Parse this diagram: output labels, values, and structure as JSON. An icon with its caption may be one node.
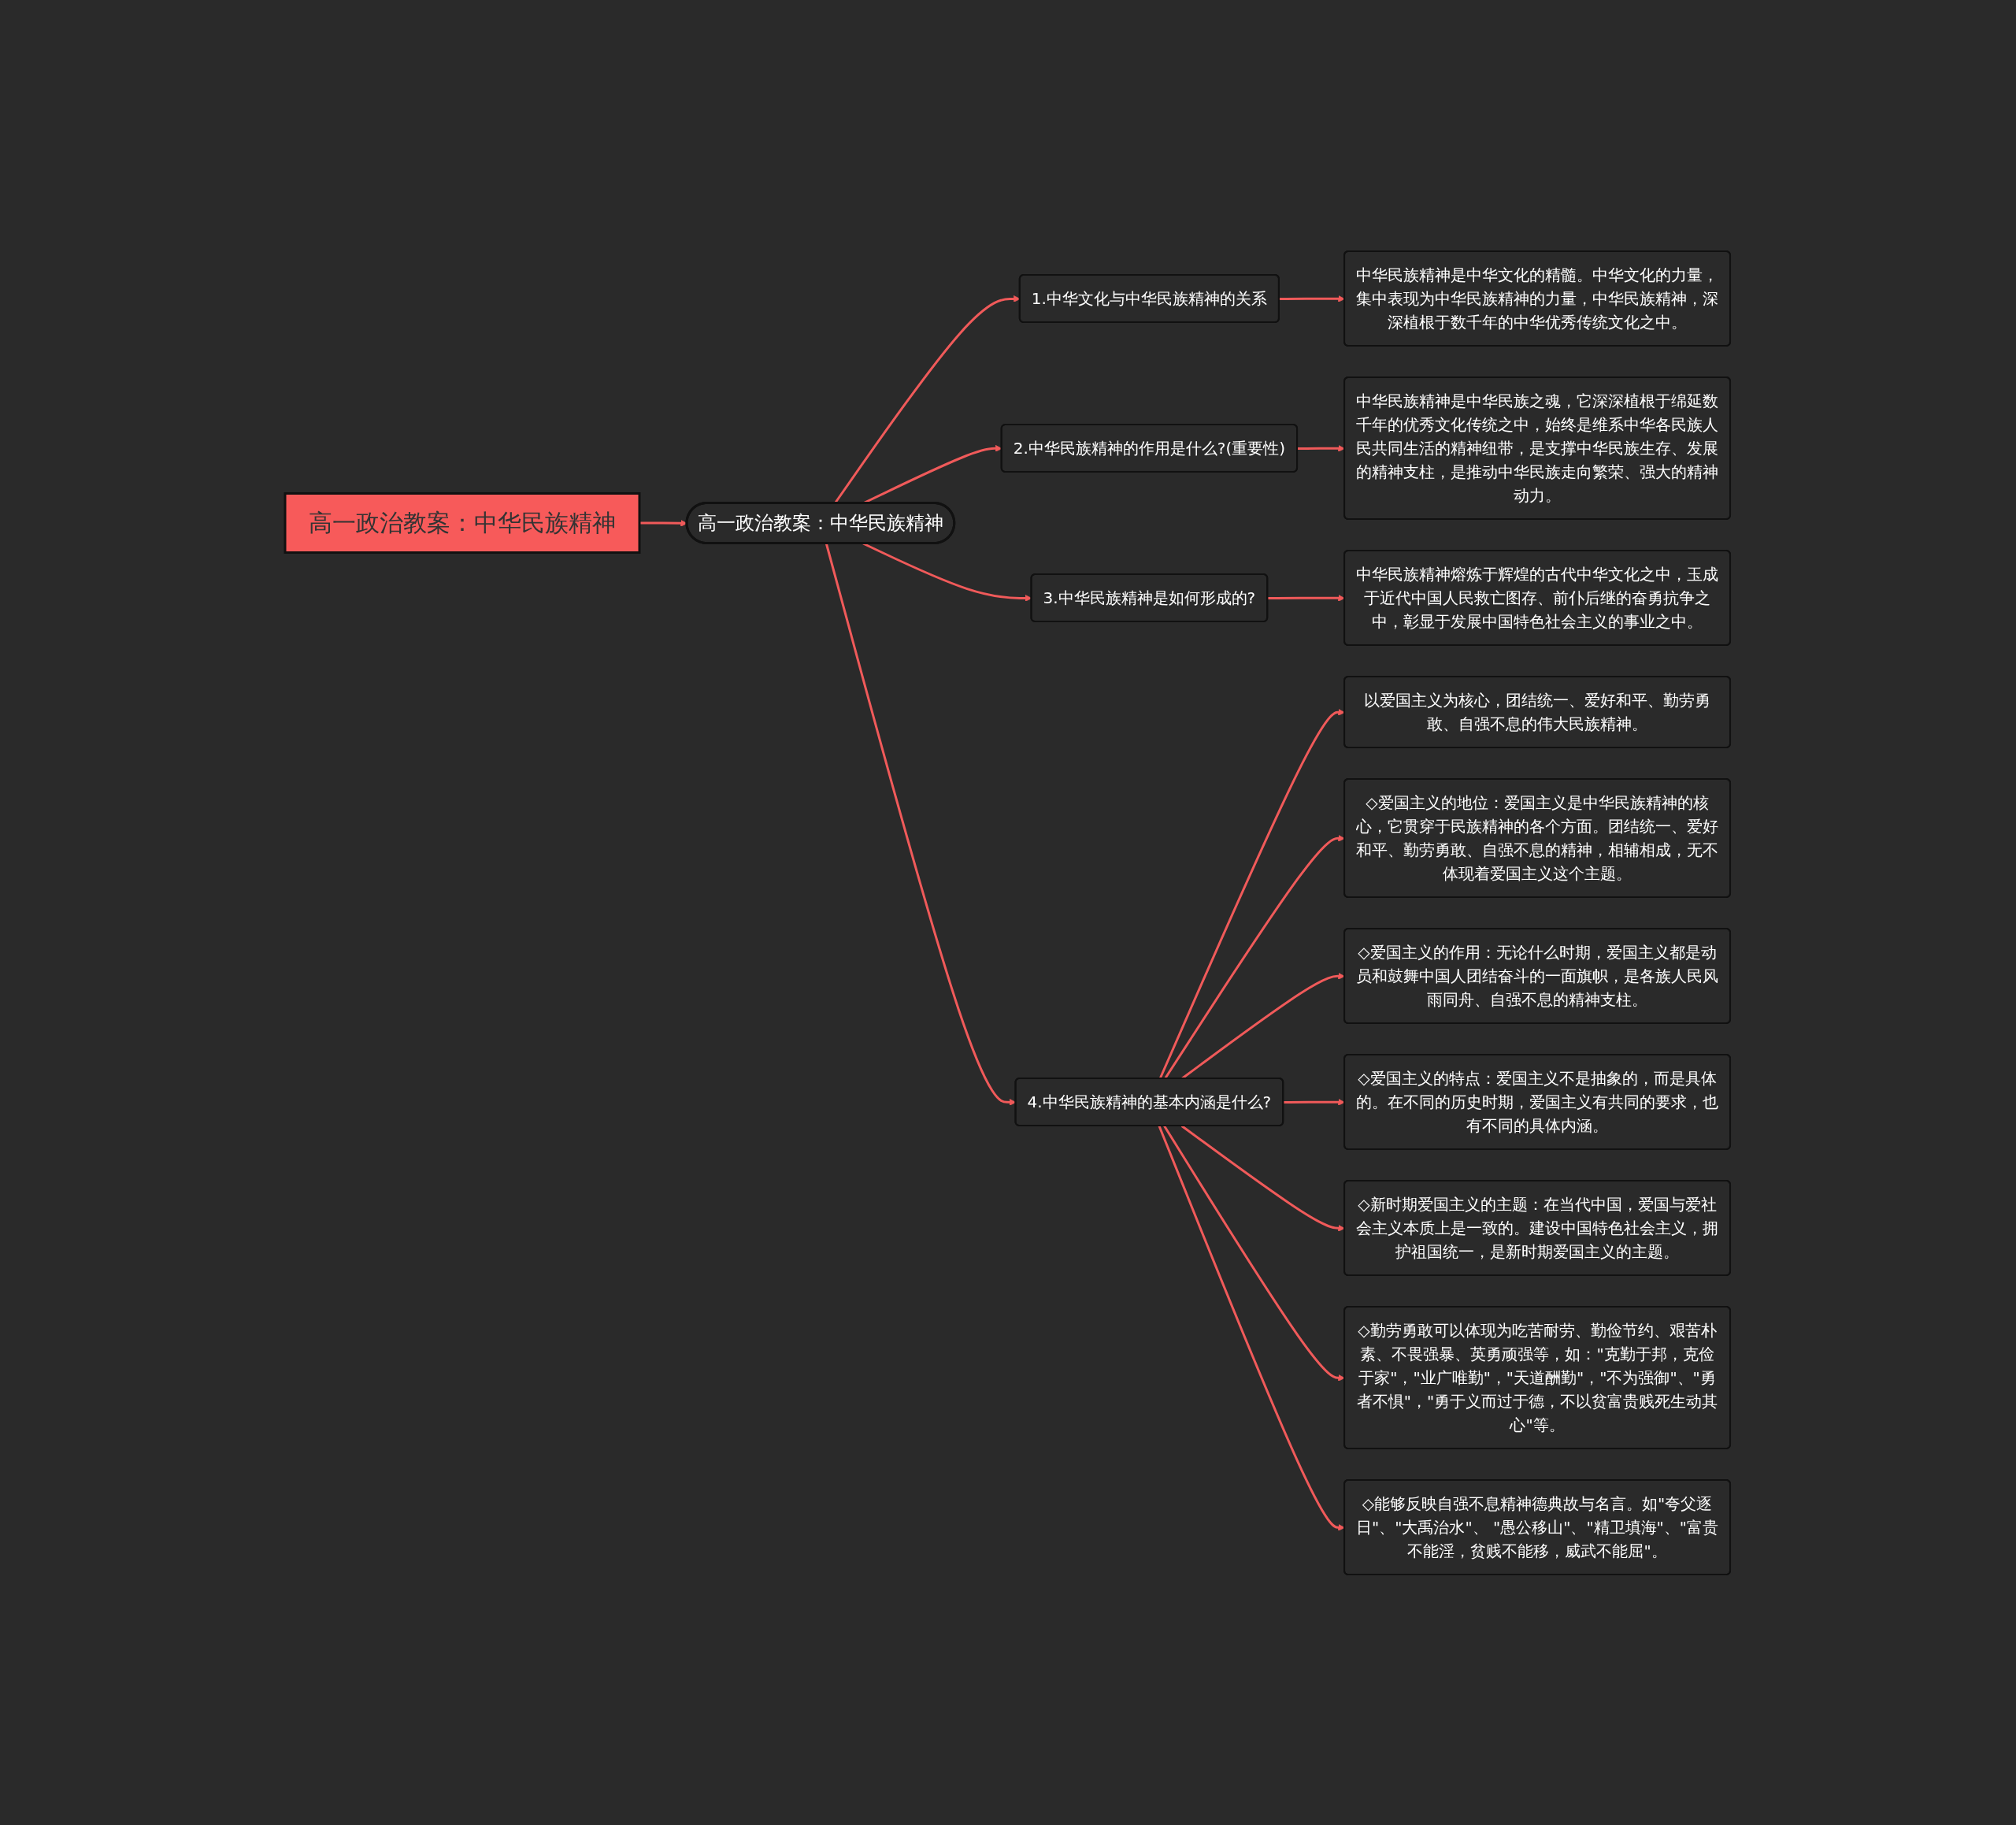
{
  "diagram": {
    "nodes": [
      {
        "text": [
          "高一政治教案：中华民族精神"
        ]
      },
      {
        "text": [
          "高一政治教案：中华民族精神"
        ]
      },
      {
        "text": [
          "1.中华文化与中华民族精神的关系"
        ]
      },
      {
        "text": [
          "中华民族精神是中华文化的精髓。中华文化的力量，集中表现为中华民族精神的力量，中华民族精神，深深植根于数千年的中华优秀传统文化之中。"
        ]
      },
      {
        "text": [
          "2.中华民族精神的作用是什么?(重要性)"
        ]
      },
      {
        "text": [
          "中华民族精神是中华民族之魂，它深深植根于绵延数千年的优秀文化传统之中，始终是维系中华各民族人民共同生活的精神纽带，是支撑中华民族生存、发展的精神支柱，是推动中华民族走向繁荣、强大的精神动力。"
        ]
      },
      {
        "text": [
          "3.中华民族精神是如何形成的?"
        ]
      },
      {
        "text": [
          "中华民族精神熔炼于辉煌的古代中华文化之中，玉成于近代中国人民救亡图存、前仆后继的奋勇抗争之中，彰显于发展中国特色社会主义的事业之中。"
        ]
      },
      {
        "text": [
          "4.中华民族精神的基本内涵是什么?"
        ]
      },
      {
        "text": [
          "以爱国主义为核心，团结统一、爱好和平、勤劳勇敢、自强不息的伟大民族精神。"
        ]
      },
      {
        "text": [
          "◇爱国主义的地位：爱国主义是中华民族精神的核心，它贯穿于民族精神的各个方面。团结统一、爱好和平、勤劳勇敢、自强不息的精神，相辅相成，无不体现着爱国主义这个主题。"
        ]
      },
      {
        "text": [
          "◇爱国主义的作用：无论什么时期，爱国主义都是动员和鼓舞中国人团结奋斗的一面旗帜，是各族人民风雨同舟、自强不息的精神支柱。"
        ]
      },
      {
        "text": [
          "◇爱国主义的特点：爱国主义不是抽象的，而是具体的。在不同的历史时期，爱国主义有共同的要求，也有不同的具体内涵。"
        ]
      },
      {
        "text": [
          "◇新时期爱国主义的主题：在当代中国，爱国与爱社会主义本质上是一致的。建设中国特色社会主义，拥护祖国统一，是新时期爱国主义的主题。"
        ]
      },
      {
        "text": [
          "◇勤劳勇敢可以体现为吃苦耐劳、勤俭节约、艰苦朴素、不畏强暴、英勇顽强等，如：\"克勤于邦，克俭于家\"，\"业广唯勤\"，\"天道酬勤\"，\"不为强御\"、\"勇者不惧\"，\"勇于义而过于德，不以贫富贵贱死生动其心\"等。"
        ]
      },
      {
        "text": [
          "◇能够反映自强不息精神德典故与名言。如\"夸父逐日\"、\"大禹治水\"、 \"愚公移山\"、\"精卫填海\"、\"富贵不能淫，贫贱不能移，威武不能屈\"。"
        ]
      }
    ],
    "edges": [
      {
        "from": 0,
        "to": 1,
        "arrow": "to"
      },
      {
        "from": 1,
        "to": 2,
        "arrow": "to"
      },
      {
        "from": 1,
        "to": 4,
        "arrow": "to"
      },
      {
        "from": 1,
        "to": 6,
        "arrow": "to"
      },
      {
        "from": 1,
        "to": 8,
        "arrow": "to"
      },
      {
        "from": 2,
        "to": 3,
        "arrow": "to"
      },
      {
        "from": 4,
        "to": 5,
        "arrow": "to"
      },
      {
        "from": 6,
        "to": 7,
        "arrow": "to"
      },
      {
        "from": 8,
        "to": 9,
        "arrow": "to"
      },
      {
        "from": 8,
        "to": 10,
        "arrow": "to"
      },
      {
        "from": 8,
        "to": 11,
        "arrow": "to"
      },
      {
        "from": 8,
        "to": 12,
        "arrow": "to"
      },
      {
        "from": 8,
        "to": 13,
        "arrow": "to"
      },
      {
        "from": 8,
        "to": 14,
        "arrow": "to"
      },
      {
        "from": 8,
        "to": 15,
        "arrow": "to"
      }
    ]
  }
}
